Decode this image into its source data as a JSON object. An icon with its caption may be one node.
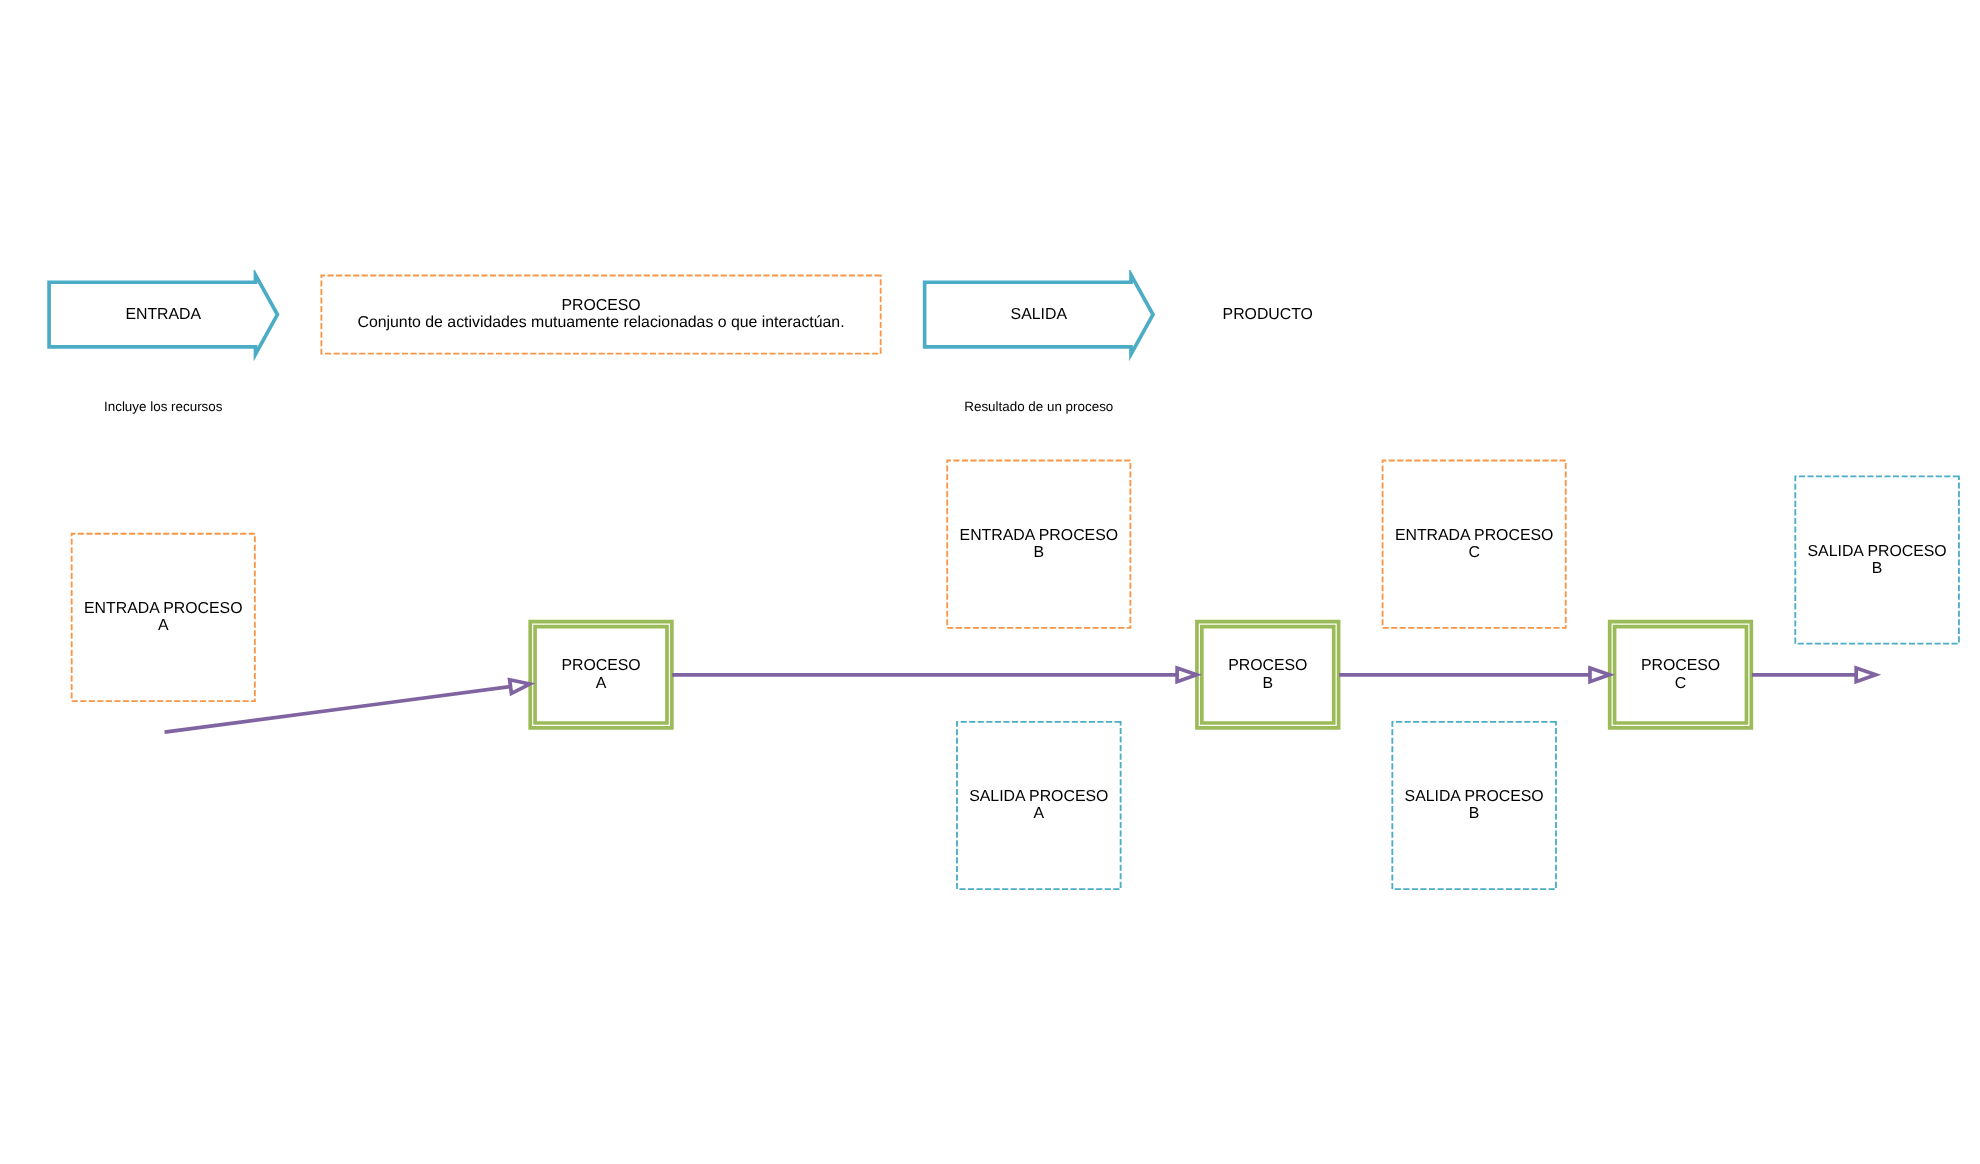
{
  "diagram": {
    "nodes": [
      {
        "text": [
          "ENTRADA"
        ],
        "beside": [
          "Incluye los recursos"
        ]
      },
      {
        "text": [
          "PROCESO",
          "Conjunto de actividades mutuamente relacionadas o que interactúan."
        ]
      },
      {
        "text": [
          "SALIDA"
        ],
        "beside": [
          "Resultado de un proceso"
        ]
      },
      {
        "text": [
          "PRODUCTO"
        ]
      },
      {
        "text": [
          "ENTRADA PROCESO",
          "A"
        ]
      },
      {
        "text": [
          "ENTRADA PROCESO",
          "B"
        ]
      },
      {
        "text": [
          "ENTRADA PROCESO",
          "C"
        ]
      },
      {
        "text": [
          "SALIDA PROCESO",
          "B"
        ]
      },
      {
        "text": [
          "PROCESO",
          "A"
        ]
      },
      {
        "text": [
          "PROCESO",
          "B"
        ]
      },
      {
        "text": [
          "PROCESO",
          "C"
        ]
      },
      {
        "text": [
          "SALIDA PROCESO",
          "A"
        ]
      },
      {
        "text": [
          "SALIDA PROCESO",
          "B"
        ]
      }
    ],
    "edges": [
      {
        "from": null,
        "to": 8,
        "arrow": "to",
        "color": "#8064a2"
      },
      {
        "from": 8,
        "to": 9,
        "arrow": "to",
        "color": "#8064a2"
      },
      {
        "from": 9,
        "to": 10,
        "arrow": "to",
        "color": "#8064a2"
      },
      {
        "from": 10,
        "to": null,
        "arrow": "to",
        "color": "#8064a2"
      }
    ]
  }
}
